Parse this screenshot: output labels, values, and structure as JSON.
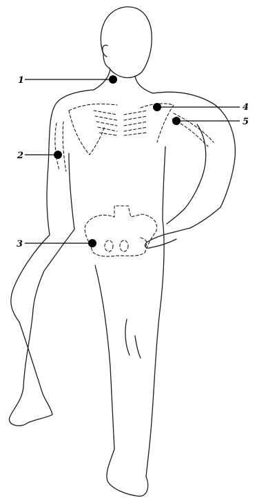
{
  "figure": {
    "points": [
      {
        "id": "p1",
        "label": "1"
      },
      {
        "id": "p2",
        "label": "2"
      },
      {
        "id": "p3",
        "label": "3"
      },
      {
        "id": "p4",
        "label": "4"
      },
      {
        "id": "p5",
        "label": "5"
      }
    ]
  },
  "colors": {
    "ink": "#000000",
    "background": "#ffffff"
  }
}
